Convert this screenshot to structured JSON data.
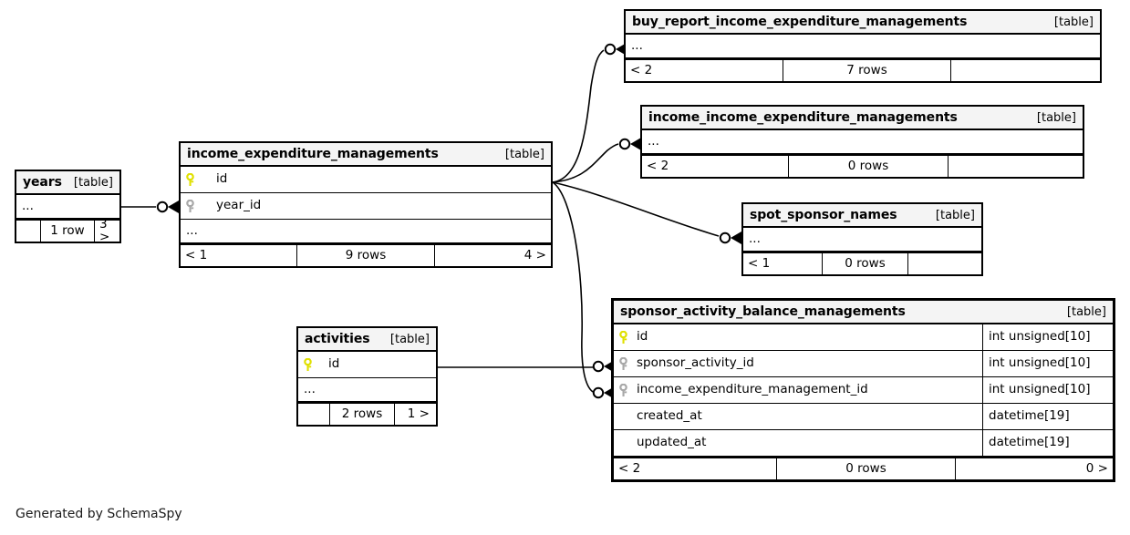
{
  "diagram": {
    "title": "SchemaSpy relationships diagram",
    "credit": "Generated by SchemaSpy",
    "table_tag": "[table]",
    "ellipsis": "...",
    "colors": {
      "primary_key": "#e8e800",
      "foreign_key": "#a8a8a8",
      "border": "#000000",
      "header_fill": "#f4f4f4",
      "background": "#ffffff"
    }
  },
  "tables": [
    {
      "id": "years",
      "name": "years",
      "tag": "[table]",
      "columns": [],
      "has_ellipsis": true,
      "footer": {
        "left": "",
        "mid": "1 row",
        "right": "3 >"
      }
    },
    {
      "id": "income_expenditure_managements",
      "name": "income_expenditure_managements",
      "tag": "[table]",
      "columns": [
        {
          "name": "id",
          "key": "primary",
          "type": ""
        },
        {
          "name": "year_id",
          "key": "foreign",
          "type": ""
        }
      ],
      "has_ellipsis": true,
      "footer": {
        "left": "< 1",
        "mid": "9 rows",
        "right": "4 >"
      }
    },
    {
      "id": "buy_report_income_expenditure_managements",
      "name": "buy_report_income_expenditure_managements",
      "tag": "[table]",
      "columns": [],
      "has_ellipsis": true,
      "footer": {
        "left": "< 2",
        "mid": "7 rows",
        "right": ""
      }
    },
    {
      "id": "income_income_expenditure_managements",
      "name": "income_income_expenditure_managements",
      "tag": "[table]",
      "columns": [],
      "has_ellipsis": true,
      "footer": {
        "left": "< 2",
        "mid": "0 rows",
        "right": ""
      }
    },
    {
      "id": "spot_sponsor_names",
      "name": "spot_sponsor_names",
      "tag": "[table]",
      "columns": [],
      "has_ellipsis": true,
      "footer": {
        "left": "< 1",
        "mid": "0 rows",
        "right": ""
      }
    },
    {
      "id": "activities",
      "name": "activities",
      "tag": "[table]",
      "columns": [
        {
          "name": "id",
          "key": "primary",
          "type": ""
        }
      ],
      "has_ellipsis": true,
      "footer": {
        "left": "",
        "mid": "2 rows",
        "right": "1 >"
      }
    },
    {
      "id": "sponsor_activity_balance_managements",
      "name": "sponsor_activity_balance_managements",
      "tag": "[table]",
      "focal": true,
      "columns": [
        {
          "name": "id",
          "key": "primary",
          "type": "int unsigned[10]"
        },
        {
          "name": "sponsor_activity_id",
          "key": "foreign",
          "type": "int unsigned[10]"
        },
        {
          "name": "income_expenditure_management_id",
          "key": "foreign",
          "type": "int unsigned[10]"
        },
        {
          "name": "created_at",
          "key": "none",
          "type": "datetime[19]"
        },
        {
          "name": "updated_at",
          "key": "none",
          "type": "datetime[19]"
        }
      ],
      "has_ellipsis": false,
      "footer": {
        "left": "< 2",
        "mid": "0 rows",
        "right": "0 >"
      }
    }
  ],
  "relationships": [
    {
      "from": "years",
      "to": "income_expenditure_managements"
    },
    {
      "from": "income_expenditure_managements",
      "to": "buy_report_income_expenditure_managements"
    },
    {
      "from": "income_expenditure_managements",
      "to": "income_income_expenditure_managements"
    },
    {
      "from": "income_expenditure_managements",
      "to": "spot_sponsor_names"
    },
    {
      "from": "income_expenditure_managements",
      "to": "sponsor_activity_balance_managements"
    },
    {
      "from": "activities",
      "to": "sponsor_activity_balance_managements"
    }
  ]
}
